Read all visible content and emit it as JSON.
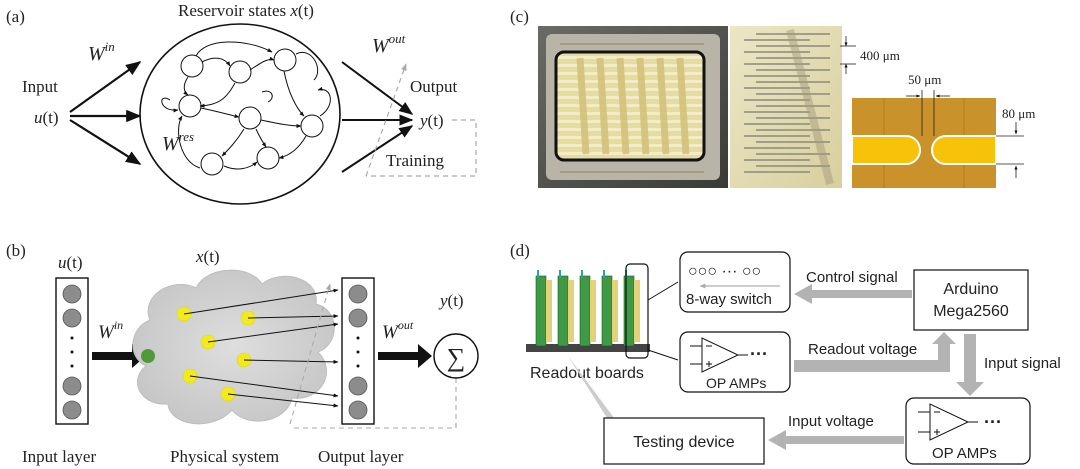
{
  "panel_a": {
    "label": "(a)",
    "title_prefix": "Reservoir states ",
    "title_var": "x",
    "title_arg": "(t)",
    "input_label": "Input",
    "input_var": "u",
    "input_arg": "(t)",
    "w_in": "W",
    "w_in_sup": "in",
    "w_res": "W",
    "w_res_sup": "res",
    "w_out": "W",
    "w_out_sup": "out",
    "output_label": "Output",
    "output_var": "y",
    "output_arg": "(t)",
    "training_label": "Training"
  },
  "panel_b": {
    "label": "(b)",
    "u_var": "u",
    "u_arg": "(t)",
    "x_var": "x",
    "x_arg": "(t)",
    "y_var": "y",
    "y_arg": "(t)",
    "w_in": "W",
    "w_in_sup": "in",
    "w_out": "W",
    "w_out_sup": "out",
    "sum_symbol": "∑",
    "input_layer": "Input layer",
    "physical_system": "Physical system",
    "output_layer": "Output layer"
  },
  "panel_c": {
    "label": "(c)",
    "dim_400": "400 μm",
    "dim_50": "50 μm",
    "dim_80": "80 μm"
  },
  "panel_d": {
    "label": "(d)",
    "switch_circles": "○○○ ··· ○○",
    "switch_label": "8-way switch",
    "control_signal": "Control signal",
    "arduino_line1": "Arduino",
    "arduino_line2": "Mega2560",
    "readout_voltage": "Readout voltage",
    "input_signal": "Input signal",
    "op_amps_1": "OP AMPs",
    "op_amps_2": "OP AMPs",
    "readout_boards": "Readout boards",
    "input_voltage": "Input voltage",
    "testing_device": "Testing device",
    "dots": "···"
  },
  "colors": {
    "arrow_gray": "#b3b3b3",
    "node_yellow": "#f2ea1c",
    "node_green": "#4f9a3a",
    "cloud_gray": "#cfcfcf",
    "chip_gold": "#c9922a",
    "board_green": "#3e9a45"
  }
}
